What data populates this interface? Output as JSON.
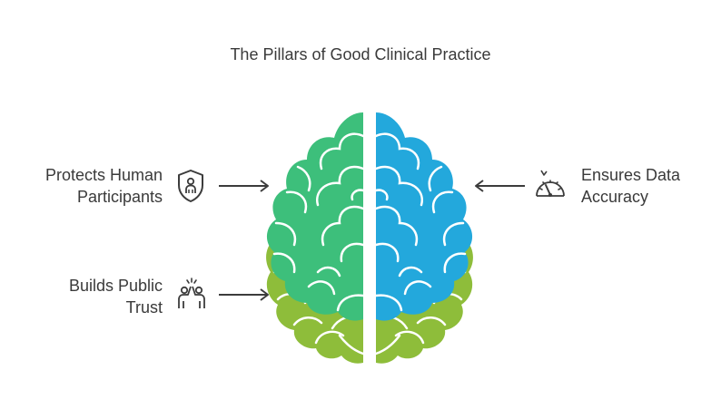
{
  "title": "The Pillars of Good Clinical Practice",
  "pillars": {
    "protects": {
      "line1": "Protects Human",
      "line2": "Participants",
      "icon": "shield-person-icon"
    },
    "builds": {
      "line1": "Builds Public",
      "line2": "Trust",
      "icon": "high-five-people-icon"
    },
    "ensures": {
      "line1": "Ensures Data",
      "line2": "Accuracy",
      "icon": "speedometer-gauge-icon"
    }
  },
  "colors": {
    "green": "#3dbf7b",
    "blue": "#23a8dc",
    "olive": "#8ebd3a",
    "outline": "#ffffff",
    "arrow": "#3c3c3c"
  }
}
